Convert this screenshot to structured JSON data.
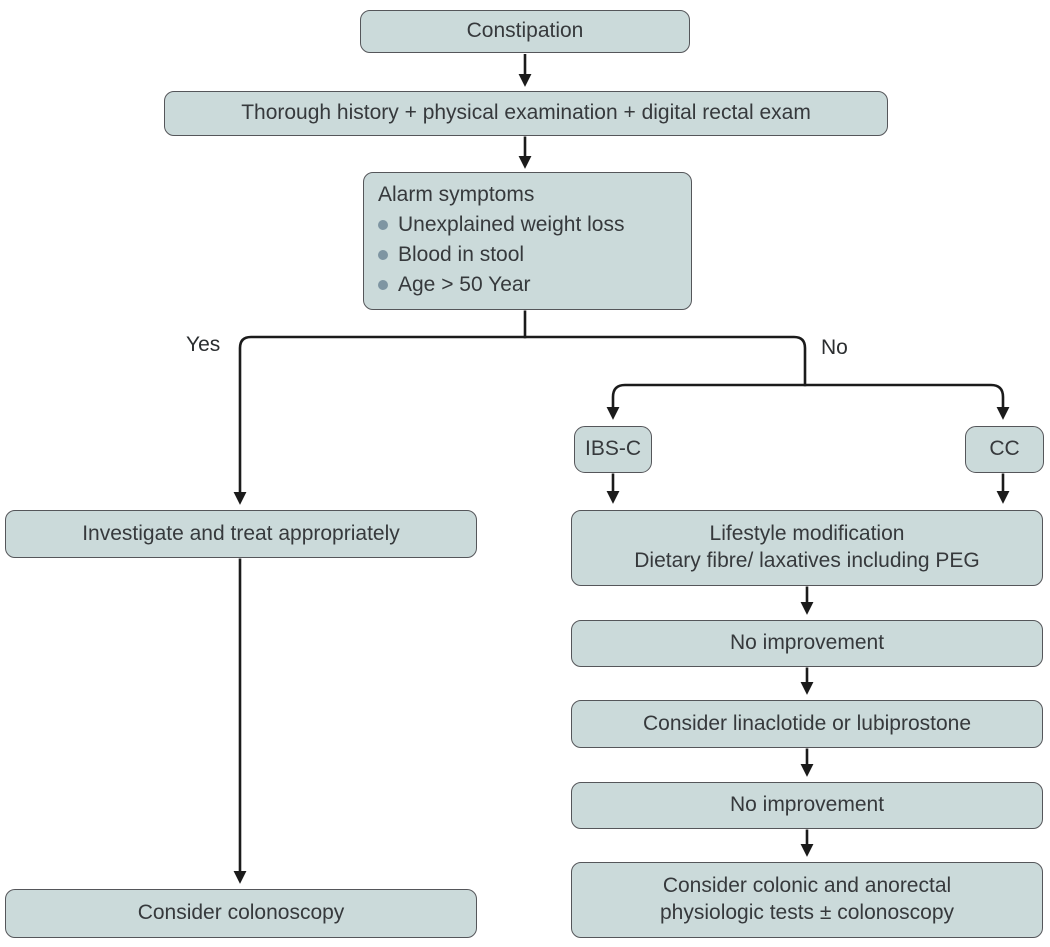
{
  "diagram": {
    "title_hint": "Constipation management flowchart",
    "nodes": {
      "constipation": {
        "label": "Constipation"
      },
      "history": {
        "label": "Thorough history + physical examination + digital rectal exam"
      },
      "alarm": {
        "title": "Alarm symptoms",
        "bullets": [
          "Unexplained weight loss",
          "Blood in stool",
          "Age > 50 Year"
        ]
      },
      "investigate": {
        "label": "Investigate and treat appropriately"
      },
      "consider_colonoscopy": {
        "label": "Consider colonoscopy"
      },
      "ibs_c": {
        "label": "IBS-C"
      },
      "cc": {
        "label": "CC"
      },
      "lifestyle": {
        "line1": "Lifestyle modification",
        "line2": "Dietary fibre/ laxatives including PEG"
      },
      "no_improvement_1": {
        "label": "No improvement"
      },
      "linaclotide": {
        "label": "Consider linaclotide or lubiprostone"
      },
      "no_improvement_2": {
        "label": "No improvement"
      },
      "physiologic_tests": {
        "line1": "Consider colonic and anorectal",
        "line2": "physiologic tests ± colonoscopy"
      }
    },
    "edge_labels": {
      "yes": "Yes",
      "no": "No"
    },
    "colors": {
      "node_fill": "#cbdada",
      "node_border": "#55565a",
      "connector_line": "#1b1b1b",
      "text": "#36393c",
      "bullet": "#7e95a2",
      "background": "#ffffff"
    }
  }
}
